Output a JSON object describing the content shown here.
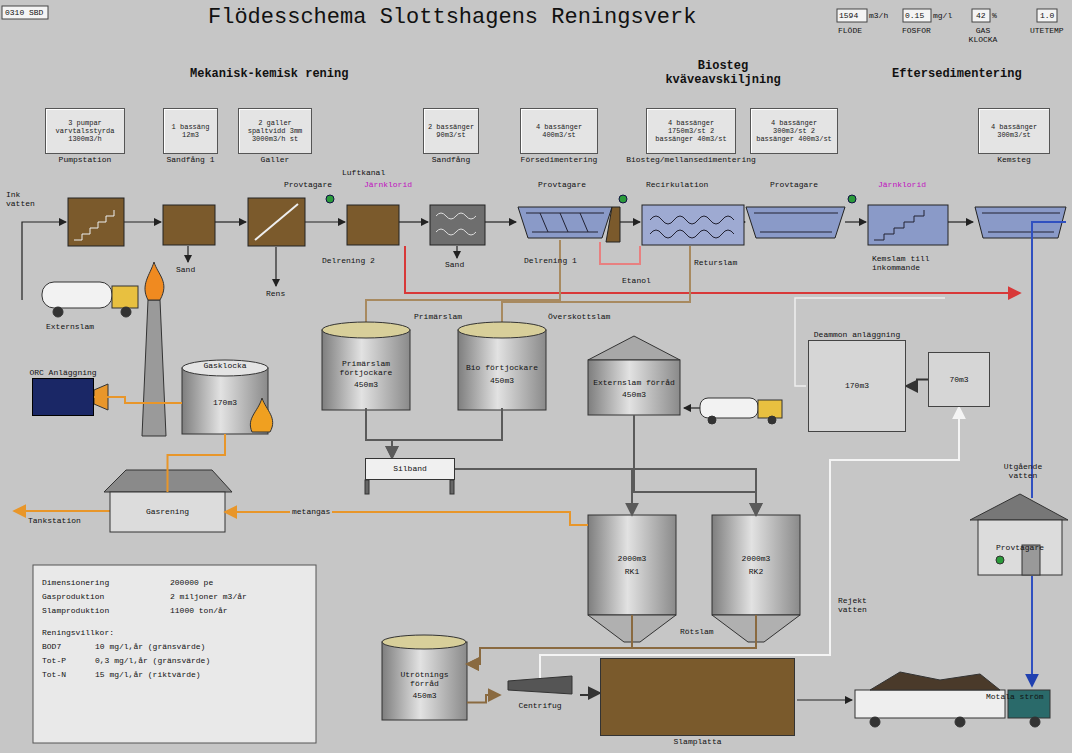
{
  "diagram": {
    "title": "Flödesschema Slottshagens Reningsverk",
    "nodes": [
      {
        "text": [
          "3 pumpar varvtalsstyrda 1300m3/h",
          "Pumpstation"
        ]
      },
      {
        "text": [
          "1 bassäng 12m3",
          "Sandfång 1"
        ]
      },
      {
        "text": [
          "2 galler spaltvidd 3mm 3000m3/h st",
          "Galler"
        ]
      },
      {
        "text": [
          "2 bassänger 90m3/st",
          "Sandfång"
        ]
      },
      {
        "text": [
          "4 bassänger 400m3/st",
          "Försedimentering"
        ]
      },
      {
        "text": [
          "4 bassänger 1750m3/st 2 bassänger 40m3/st",
          "Biosteg/mellansedimentering"
        ]
      },
      {
        "text": [
          "4 bassänger 300m3/st 2 bassänger 400m3/st"
        ]
      },
      {
        "text": [
          "4 bassänger 300m3/st",
          "Kemsteg"
        ]
      },
      {
        "text": [
          "ORC Anläggning"
        ]
      },
      {
        "text": [
          "Gasklocka",
          "170m3"
        ]
      },
      {
        "text": [
          "Primärslam förtjockare",
          "450m3"
        ]
      },
      {
        "text": [
          "Bio förtjockare",
          "450m3"
        ]
      },
      {
        "text": [
          "Externslam förråd",
          "450m3"
        ]
      },
      {
        "text": [
          "Deammon anläggning",
          "170m3"
        ]
      },
      {
        "text": [
          "70m3"
        ]
      },
      {
        "text": [
          "Gasrening"
        ]
      },
      {
        "text": [
          "Silband"
        ]
      },
      {
        "text": [
          "2000m3",
          "RK1"
        ]
      },
      {
        "text": [
          "2000m3",
          "RK2"
        ]
      },
      {
        "text": [
          "Provtagare"
        ]
      },
      {
        "text": [
          "Utrötnings förråd",
          "450m3"
        ]
      },
      {
        "text": [
          "Centrifug"
        ]
      },
      {
        "text": [
          "Slamplatta"
        ]
      }
    ],
    "edges": [
      {
        "from": 10,
        "to": 16,
        "arrow": "to"
      },
      {
        "from": 11,
        "to": 16,
        "arrow": "to"
      },
      {
        "from": 16,
        "to": 17,
        "arrow": "to"
      },
      {
        "from": 16,
        "to": 18,
        "arrow": "to"
      },
      {
        "from": 12,
        "to": 18,
        "arrow": "to"
      },
      {
        "from": 17,
        "to": 20,
        "label": "Rötslam",
        "arrow": "to"
      },
      {
        "from": 18,
        "to": 20,
        "arrow": "to"
      },
      {
        "from": 20,
        "to": 21,
        "arrow": "to"
      },
      {
        "from": 21,
        "to": 22,
        "arrow": "to"
      },
      {
        "from": 17,
        "to": 15,
        "label": "metangas",
        "arrow": "to"
      },
      {
        "from": 15,
        "to": 9,
        "arrow": "none"
      },
      {
        "from": 9,
        "to": 8,
        "arrow": "none"
      },
      {
        "from": 14,
        "to": 13,
        "arrow": "to"
      },
      {
        "from": 21,
        "to": 14,
        "label": "Rejekt vatten",
        "arrow": "to"
      }
    ],
    "labels": [
      "0310 SBD",
      "1594",
      "m3/h",
      "FLÖDE",
      "0.15",
      "mg/l",
      "FOSFOR",
      "42",
      "%",
      "GAS KLOCKA",
      "1.0",
      "UTETEMP",
      "Mekanisk-kemisk rening",
      "Biosteg kväveavskiljning",
      "Eftersedimentering",
      "Luftkanal",
      "Ink vatten",
      "Provtagare",
      "Provtagare",
      "Provtagare",
      "Järnklorid",
      "Järnklorid",
      "Recirkulation",
      "Delrening 2",
      "Sand",
      "Rens",
      "Sand",
      "Delrening 1",
      "Etanol",
      "Returslam",
      "Kemslam till inkommande",
      "Externslam",
      "Primärslam",
      "Överskottslam",
      "Tankstation",
      "Utgående vatten",
      "Motala ström",
      "Dimensionering",
      "200000 pe",
      "Gasproduktion",
      "2 miljoner m3/år",
      "Slamproduktion",
      "11000 ton/år",
      "Reningsvillkor:",
      "BOD7",
      "10 mg/l,år (gränsvärde)",
      "Tot-P",
      "0,3 mg/l,år (gränsvärde)",
      "Tot-N",
      "15 mg/l,år (riktvärde)"
    ]
  }
}
